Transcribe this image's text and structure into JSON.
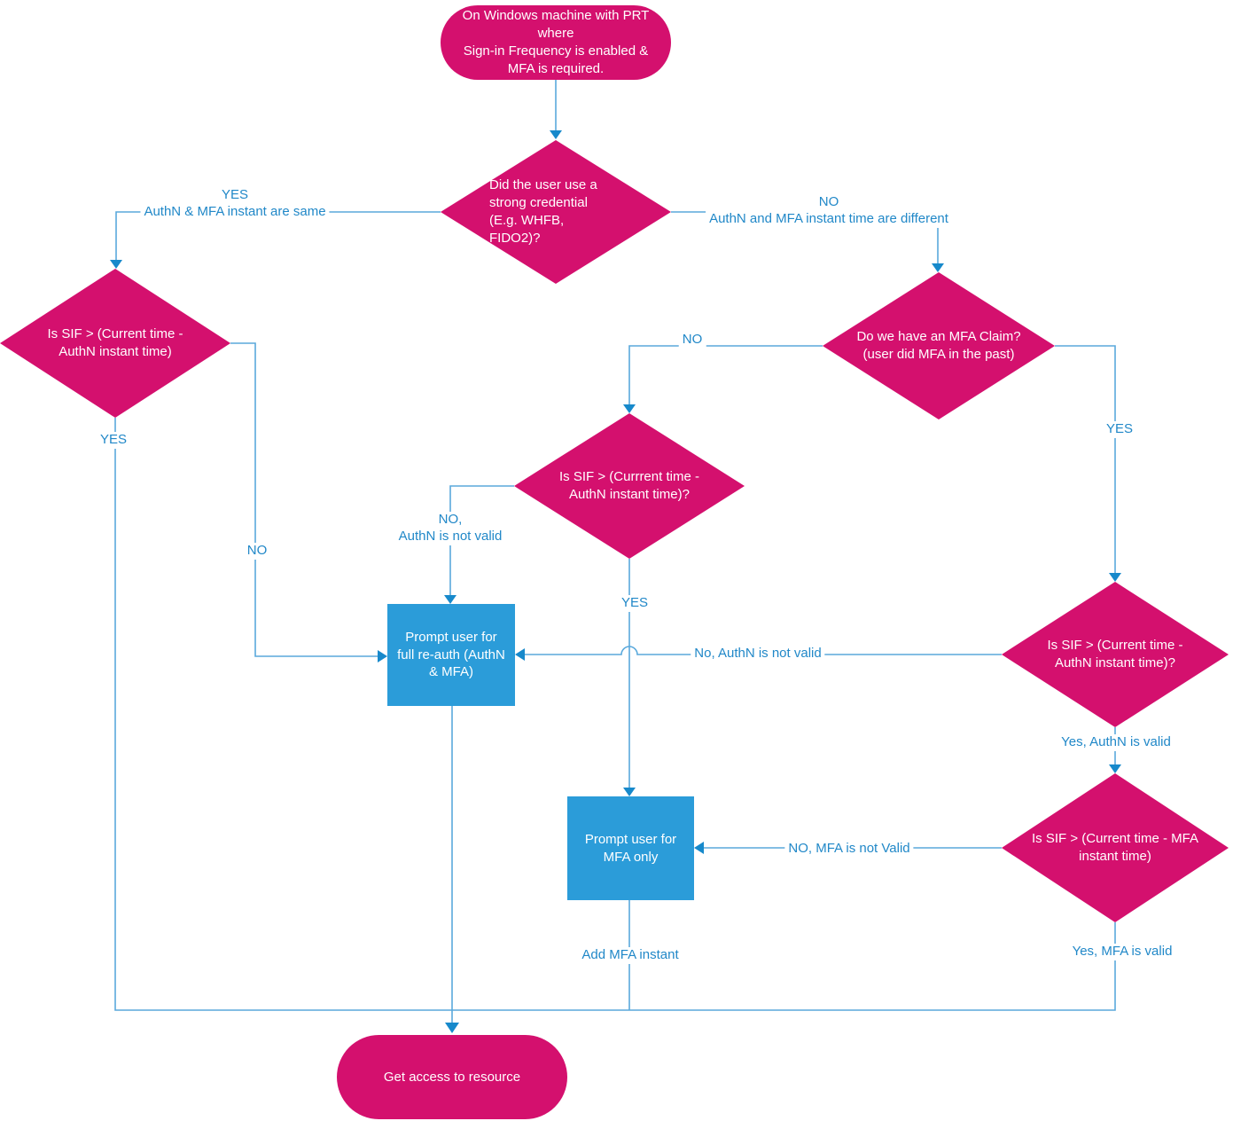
{
  "colors": {
    "shape_magenta": "#D4106E",
    "action_blue": "#2B9CD9",
    "connector_blue": "#5AA9DC",
    "arrowhead_blue": "#1789CB",
    "label_text_blue": "#2188C8"
  },
  "nodes": {
    "start": "On Windows machine with PRT\nwhere\nSign-in Frequency is enabled &\nMFA is required.",
    "strong_cred": "Did the user use a\nstrong credential\n(E.g. WHFB,\nFIDO2)?",
    "sif_authn_left": "Is SIF > (Current time -\nAuthN instant time)",
    "mfa_claim": "Do we have an MFA Claim?\n(user did MFA in the past)",
    "sif_authn_mid": "Is SIF > (Currrent time -\nAuthN instant time)?",
    "sif_authn_right": "Is SIF > (Current time -\nAuthN instant time)?",
    "sif_mfa": "Is SIF > (Current time - MFA\ninstant time)",
    "full_reauth": "Prompt user for\nfull re-auth (AuthN\n& MFA)",
    "mfa_only": "Prompt user for\nMFA only",
    "end": "Get access to resource"
  },
  "edges": {
    "strong_yes": "YES\nAuthN & MFA instant are same",
    "strong_no": "NO\nAuthN and MFA instant time are different",
    "left_yes": "YES",
    "left_no": "NO",
    "claim_no": "NO",
    "claim_yes": "YES",
    "mid_no": "NO,\nAuthN is not valid",
    "mid_yes": "YES",
    "right_no": "No, AuthN is not valid",
    "right_yes": "Yes, AuthN is valid",
    "mfa_no": "NO, MFA is not Valid",
    "mfa_yes": "Yes, MFA is valid",
    "add_mfa": "Add MFA instant"
  }
}
